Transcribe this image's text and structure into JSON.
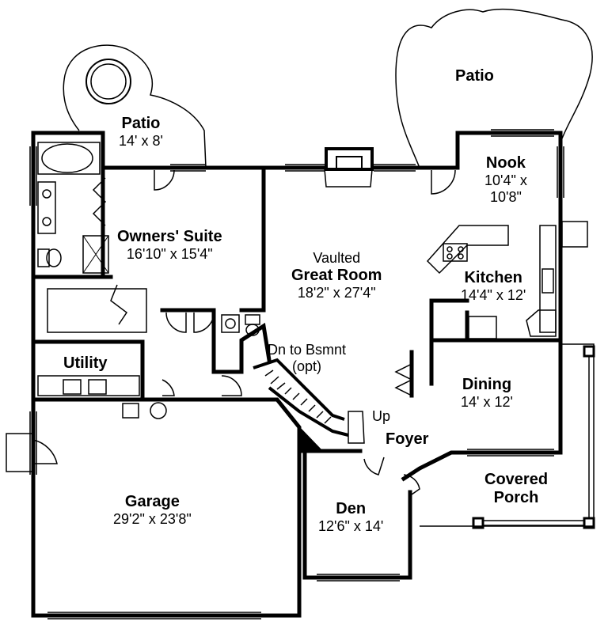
{
  "rooms": {
    "patio_main": {
      "name": "Patio"
    },
    "patio_suite": {
      "name": "Patio",
      "dim": "14' x 8'"
    },
    "nook": {
      "name": "Nook",
      "dim1": "10'4\" x",
      "dim2": "10'8\""
    },
    "owners_suite": {
      "name": "Owners' Suite",
      "dim": "16'10\" x 15'4\""
    },
    "great_room": {
      "prefix": "Vaulted",
      "name": "Great Room",
      "dim": "18'2\" x 27'4\""
    },
    "kitchen": {
      "name": "Kitchen",
      "dim": "14'4\" x 12'"
    },
    "utility": {
      "name": "Utility"
    },
    "stairs_down": {
      "line1": "Dn to Bsmnt",
      "line2": "(opt)"
    },
    "dining": {
      "name": "Dining",
      "dim": "14' x 12'"
    },
    "stairs_up": {
      "label": "Up"
    },
    "foyer": {
      "name": "Foyer"
    },
    "covered_porch": {
      "line1": "Covered",
      "line2": "Porch"
    },
    "garage": {
      "name": "Garage",
      "dim": "29'2\" x 23'8\""
    },
    "den": {
      "name": "Den",
      "dim": "12'6\" x 14'"
    }
  },
  "colors": {
    "wall": "#000000",
    "background": "#ffffff"
  }
}
